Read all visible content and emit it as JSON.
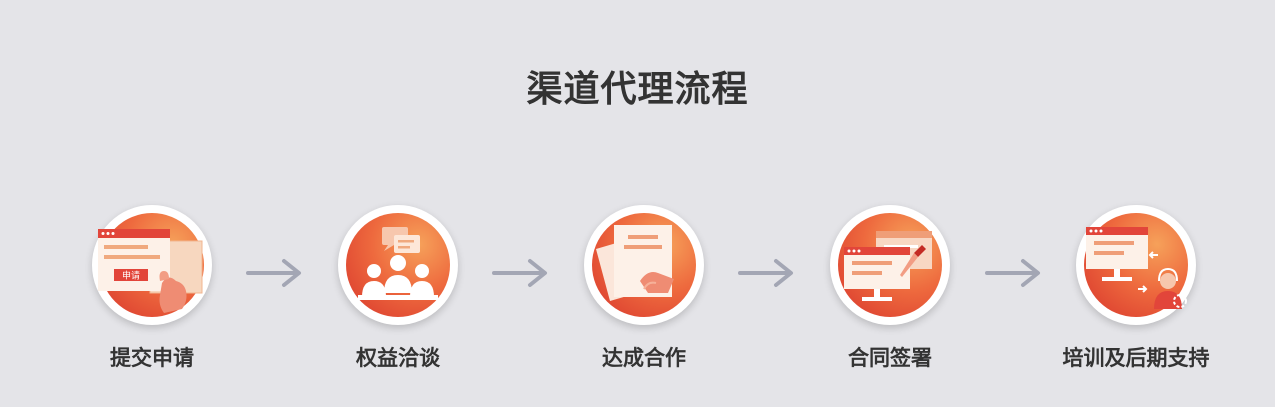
{
  "title": "渠道代理流程",
  "steps": [
    {
      "label": "提交申请",
      "icon": "apply-form-icon",
      "inner_text": "申请"
    },
    {
      "label": "权益洽谈",
      "icon": "negotiation-icon"
    },
    {
      "label": "达成合作",
      "icon": "handshake-document-icon"
    },
    {
      "label": "合同签署",
      "icon": "contract-signing-icon"
    },
    {
      "label": "培训及后期支持",
      "icon": "training-support-icon"
    }
  ],
  "colors": {
    "background": "#e4e4e8",
    "accent_red": "#d8362c",
    "accent_orange": "#f6a15a",
    "text": "#333333",
    "arrow": "#a3a6b4"
  }
}
